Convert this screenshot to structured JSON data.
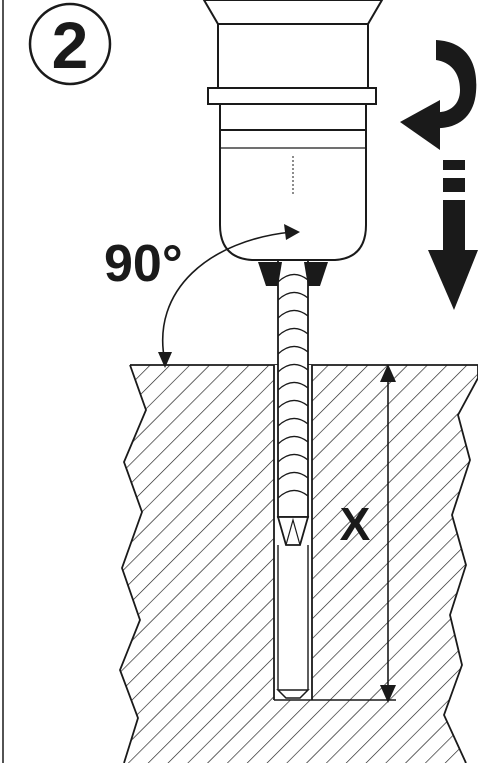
{
  "step": {
    "number": "2"
  },
  "labels": {
    "angle": "90°",
    "depth": "X"
  },
  "icons": {
    "rotation": "rotate-arrow-icon",
    "feed": "downward-arrow-icon"
  },
  "colors": {
    "ink": "#1a1a1a",
    "background": "#ffffff"
  }
}
